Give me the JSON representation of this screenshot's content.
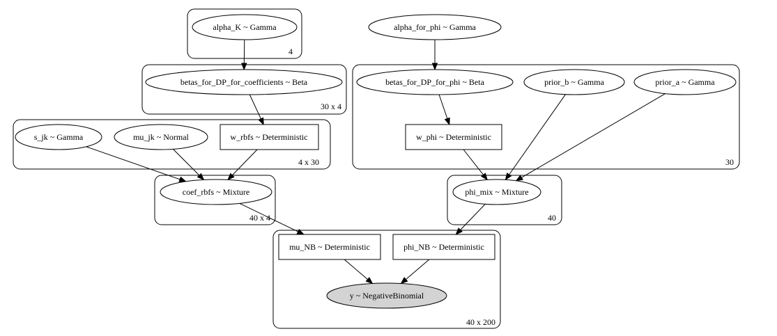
{
  "nodes": {
    "alpha_K": "alpha_K ~ Gamma",
    "alpha_for_phi": "alpha_for_phi ~ Gamma",
    "betas_for_DP_for_coefficients": "betas_for_DP_for_coefficients ~ Beta",
    "betas_for_DP_for_phi": "betas_for_DP_for_phi ~ Beta",
    "prior_b": "prior_b ~ Gamma",
    "prior_a": "prior_a ~ Gamma",
    "s_jk": "s_jk ~ Gamma",
    "mu_jk": "mu_jk ~ Normal",
    "w_rbfs": "w_rbfs ~ Deterministic",
    "w_phi": "w_phi ~ Deterministic",
    "coef_rbfs": "coef_rbfs ~ Mixture",
    "phi_mix": "phi_mix ~ Mixture",
    "mu_NB": "mu_NB ~ Deterministic",
    "phi_NB": "phi_NB ~ Deterministic",
    "y": "y ~ NegativeBinomial"
  },
  "plates": {
    "p4": "4",
    "p30x4": "30 x 4",
    "p4x30": "4 x 30",
    "p30": "30",
    "p40x4": "40 x 4",
    "p40": "40",
    "p40x200": "40 x 200"
  },
  "edges": [
    [
      "alpha_K",
      "betas_for_DP_for_coefficients"
    ],
    [
      "betas_for_DP_for_coefficients",
      "w_rbfs"
    ],
    [
      "s_jk",
      "coef_rbfs"
    ],
    [
      "mu_jk",
      "coef_rbfs"
    ],
    [
      "w_rbfs",
      "coef_rbfs"
    ],
    [
      "coef_rbfs",
      "mu_NB"
    ],
    [
      "alpha_for_phi",
      "betas_for_DP_for_phi"
    ],
    [
      "betas_for_DP_for_phi",
      "w_phi"
    ],
    [
      "w_phi",
      "phi_mix"
    ],
    [
      "prior_b",
      "phi_mix"
    ],
    [
      "prior_a",
      "phi_mix"
    ],
    [
      "phi_mix",
      "phi_NB"
    ],
    [
      "mu_NB",
      "y"
    ],
    [
      "phi_NB",
      "y"
    ]
  ]
}
